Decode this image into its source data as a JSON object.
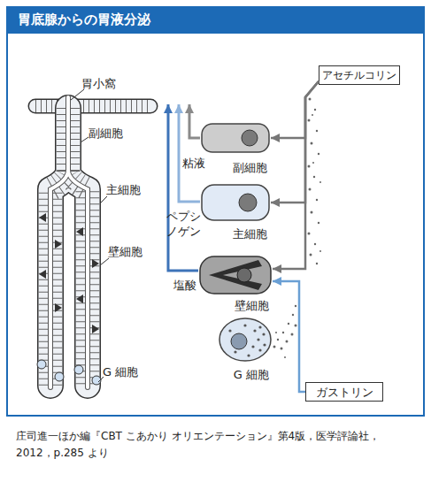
{
  "diagram": {
    "title": "胃底腺からの胃液分泌",
    "caption": "庄司進一ほか編『CBT こあかり オリエンテーション』第4版，医学評論社， 2012，p.285 より",
    "nodes": [
      {
        "text": [
          "アセチルコリン"
        ]
      },
      {
        "text": [
          "副細胞"
        ]
      },
      {
        "text": [
          "主細胞"
        ]
      },
      {
        "text": [
          "壁細胞"
        ]
      },
      {
        "text": [
          "G 細胞"
        ]
      },
      {
        "text": [
          "ガストリン"
        ]
      }
    ],
    "edges": [
      {
        "from": 0,
        "to": 1,
        "arrow": "to"
      },
      {
        "from": 0,
        "to": 2,
        "arrow": "to"
      },
      {
        "from": 0,
        "to": 3,
        "arrow": "to"
      },
      {
        "from": 5,
        "to": 3,
        "arrow": "to"
      }
    ],
    "labels": [
      "胃小窩",
      "副細胞",
      "主細胞",
      "壁細胞",
      "G 細胞",
      "粘液",
      "ペプシノゲン",
      "塩酸"
    ]
  }
}
